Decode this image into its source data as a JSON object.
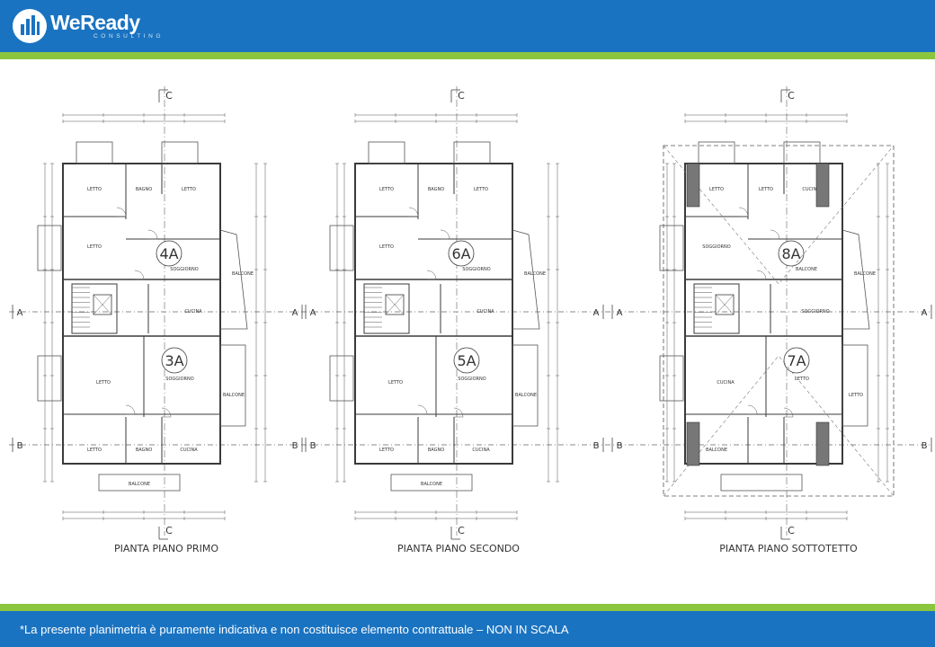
{
  "header": {
    "logo_name": "WeReady",
    "logo_sub": "CONSULTING"
  },
  "floorplans": [
    {
      "title": "PIANTA PIANO PRIMO",
      "units": [
        "4A",
        "3A"
      ],
      "rooms": [
        "LETTO",
        "BAGNO",
        "LETTO",
        "LETTO",
        "SOGGIORNO",
        "CUCINA",
        "BALCONE",
        "LETTO",
        "SOGGIORNO",
        "BALCONE",
        "LETTO",
        "BAGNO",
        "CUCINA",
        "BALCONE"
      ]
    },
    {
      "title": "PIANTA PIANO SECONDO",
      "units": [
        "6A",
        "5A"
      ],
      "rooms": [
        "LETTO",
        "BAGNO",
        "LETTO",
        "LETTO",
        "SOGGIORNO",
        "CUCINA",
        "BALCONE",
        "LETTO",
        "SOGGIORNO",
        "BALCONE",
        "LETTO",
        "BAGNO",
        "CUCINA",
        "BALCONE"
      ]
    },
    {
      "title": "PIANTA PIANO SOTTOTETTO",
      "units": [
        "8A",
        "7A"
      ],
      "rooms": [
        "LETTO",
        "LETTO",
        "CUCINA",
        "SOGGIORNO",
        "BALCONE",
        "SOGGIORNO",
        "BALCONE",
        "CUCINA",
        "LETTO",
        "LETTO",
        "BALCONE"
      ]
    }
  ],
  "section_marks": {
    "c": "C",
    "a": "A",
    "b": "B"
  },
  "footer": {
    "disclaimer": "*La presente planimetria è puramente indicativa e non costituisce elemento contrattuale – NON IN SCALA"
  }
}
